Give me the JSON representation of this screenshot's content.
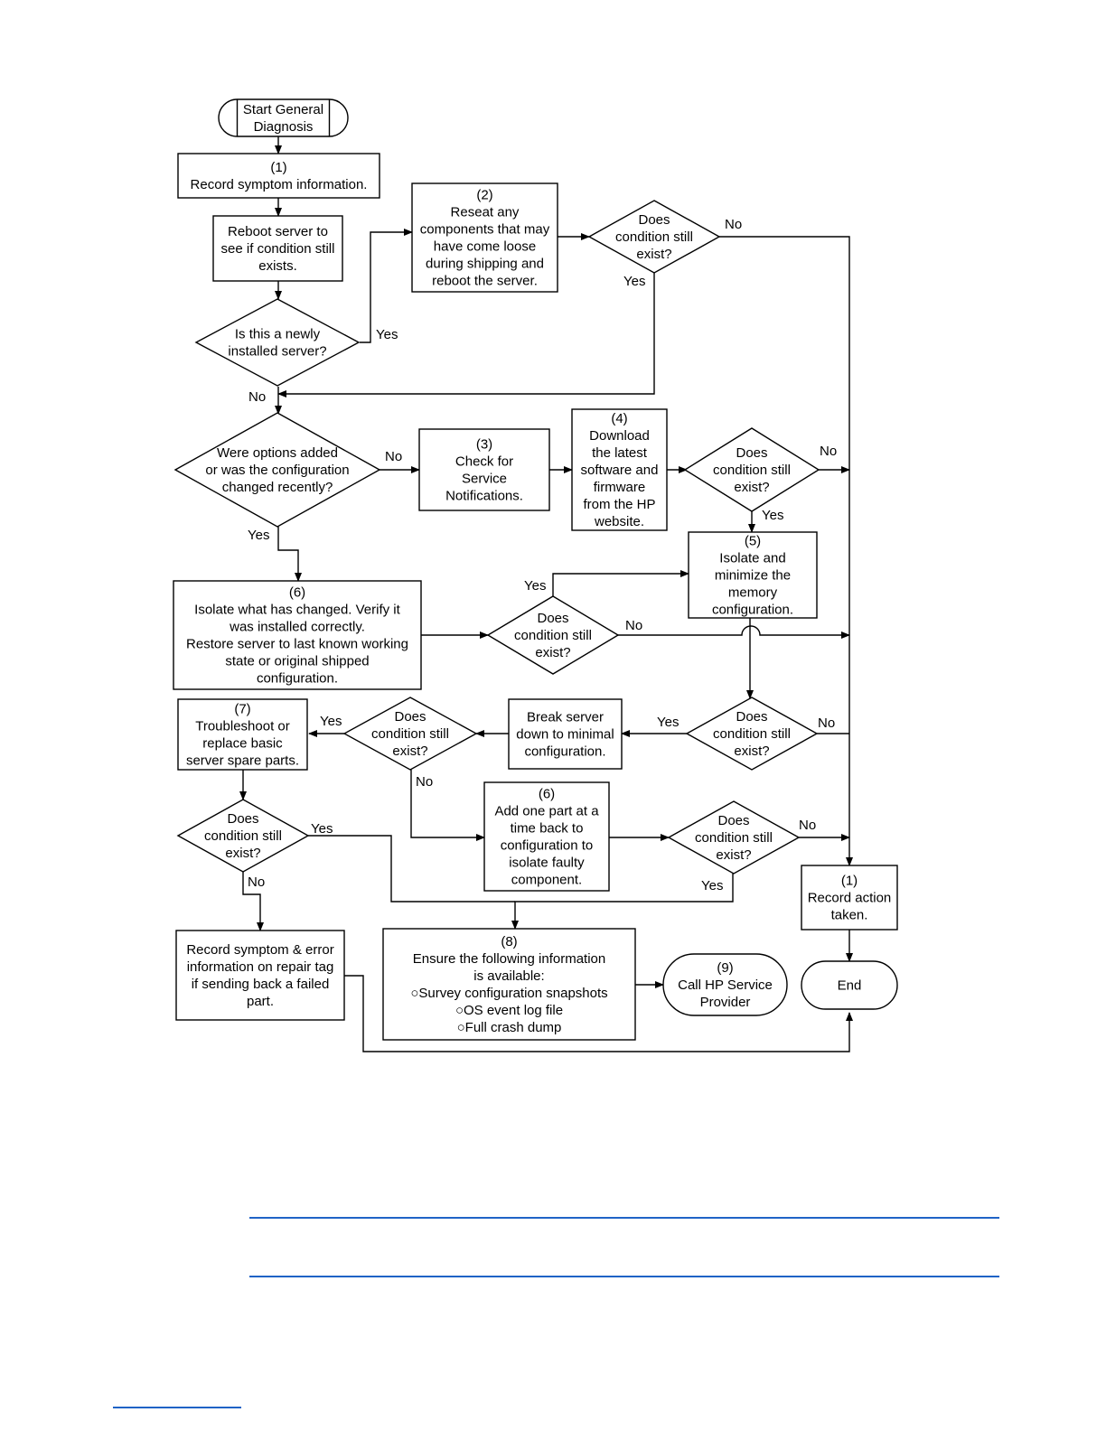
{
  "diagram": {
    "start": [
      "Start General",
      "Diagnosis"
    ],
    "record_symptom": [
      "(1)",
      "Record symptom information."
    ],
    "reboot": [
      "Reboot server to",
      "see if condition still",
      "exists."
    ],
    "newly_installed": [
      "Is this a newly",
      "installed server?"
    ],
    "reseat": [
      "(2)",
      "Reseat any",
      "components that may",
      "have come loose",
      "during shipping and",
      "reboot the server."
    ],
    "does_condition": [
      "Does",
      "condition still",
      "exist?"
    ],
    "options_added": [
      "Were options added",
      "or was the configuration",
      "changed recently?"
    ],
    "check_notifications": [
      "(3)",
      "Check for",
      "Service",
      "Notifications."
    ],
    "download": [
      "(4)",
      "Download",
      "the latest",
      "software and",
      "firmware",
      "from the HP",
      "website."
    ],
    "isolate_memory": [
      "(5)",
      "Isolate and",
      "minimize the",
      "memory",
      "configuration."
    ],
    "isolate_changed": [
      "(6)",
      "Isolate what has changed. Verify it",
      "was installed correctly.",
      "Restore server to last known working",
      "state or original shipped",
      "configuration."
    ],
    "break_down": [
      "Break server",
      "down to minimal",
      "configuration."
    ],
    "troubleshoot": [
      "(7)",
      "Troubleshoot or",
      "replace basic",
      "server spare parts."
    ],
    "add_part": [
      "(6)",
      "Add one part at a",
      "time back to",
      "configuration to",
      "isolate faulty",
      "component."
    ],
    "record_action": [
      "(1)",
      "Record action",
      "taken."
    ],
    "record_error": [
      "Record symptom & error",
      "information on repair tag",
      "if sending back a failed",
      "part."
    ],
    "ensure_info": [
      "(8)",
      "Ensure the following information",
      "is available:",
      "○Survey configuration snapshots",
      "○OS event log file",
      "○Full crash dump"
    ],
    "call_hp": [
      "(9)",
      "Call HP Service",
      "Provider"
    ],
    "end": [
      "End"
    ],
    "yes": "Yes",
    "no": "No"
  },
  "colors": {
    "line": "#000000",
    "rule": "#1f63c6"
  }
}
